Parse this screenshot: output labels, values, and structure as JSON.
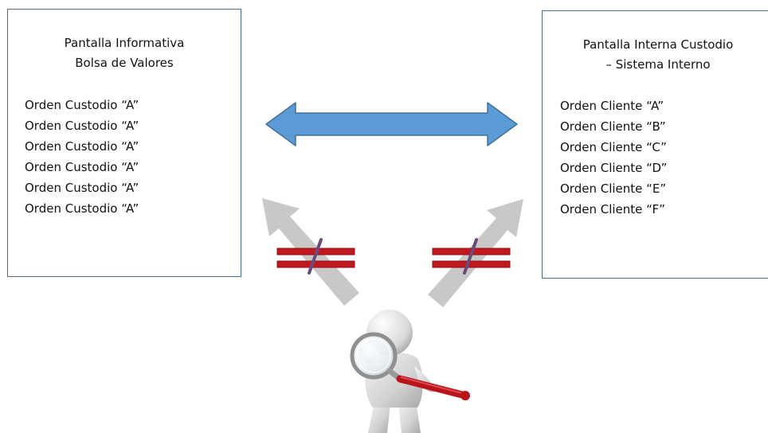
{
  "left_panel": {
    "title_line1": "Pantalla Informativa",
    "title_line2": "Bolsa de Valores",
    "orders": [
      "Orden Custodio “A”",
      "Orden Custodio “A”",
      "Orden Custodio “A”",
      "Orden Custodio “A”",
      "Orden Custodio “A”",
      "Orden Custodio “A”"
    ]
  },
  "right_panel": {
    "title_line1": "Pantalla Interna Custodio",
    "title_line2": "– Sistema Interno",
    "orders": [
      "Orden Cliente “A”",
      "Orden Cliente “B”",
      "Orden Cliente “C”",
      "Orden Cliente “D”",
      "Orden Cliente “E”",
      "Orden Cliente “F”"
    ]
  },
  "colors": {
    "panel_border": "#4a6f8f",
    "double_arrow_fill": "#5b9bd5",
    "double_arrow_stroke": "#41719c",
    "gray_arrow": "#c8c8c8",
    "not_equal_red": "#c0181f",
    "not_equal_slash": "#6a4a78"
  },
  "icons": {
    "comparison_arrow": "double-headed-arrow-icon",
    "not_equal": "not-equal-icon",
    "inspector": "magnifying-glass-figure-icon"
  }
}
